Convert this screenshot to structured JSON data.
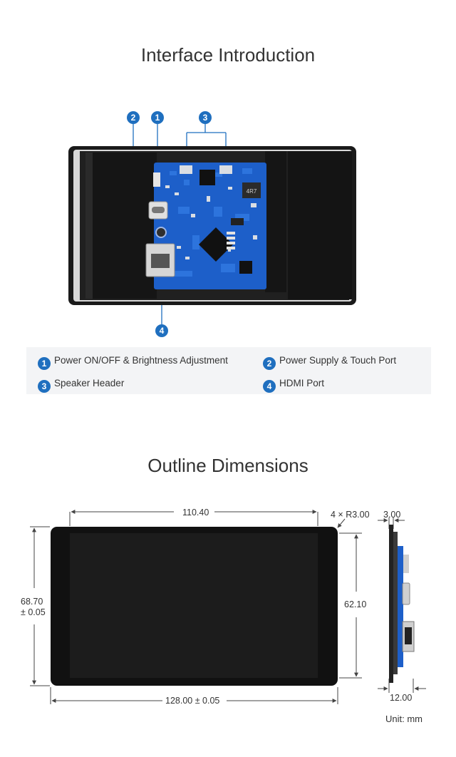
{
  "interface": {
    "title": "Interface Introduction",
    "callouts": [
      "1",
      "2",
      "3",
      "4"
    ],
    "legend": [
      {
        "num": "1",
        "label": "Power ON/OFF & Brightness Adjustment"
      },
      {
        "num": "2",
        "label": "Power Supply & Touch Port"
      },
      {
        "num": "3",
        "label": "Speaker Header"
      },
      {
        "num": "4",
        "label": "HDMI Port"
      }
    ],
    "chip_label": "4R7"
  },
  "outline": {
    "title": "Outline Dimensions",
    "dims": {
      "top_width": "110.40",
      "corner_radius": "4 × R3.00",
      "thickness": "3.00",
      "height_line1": "68.70",
      "height_line2": "± 0.05",
      "inner_height": "62.10",
      "bottom_width": "128.00 ± 0.05",
      "side_width": "12.00",
      "unit": "Unit: mm"
    }
  },
  "colors": {
    "badge": "#1f6fbf",
    "pcb": "#1d5fc9",
    "panel": "#1a1a1a",
    "legend_bg": "#f3f4f6"
  }
}
